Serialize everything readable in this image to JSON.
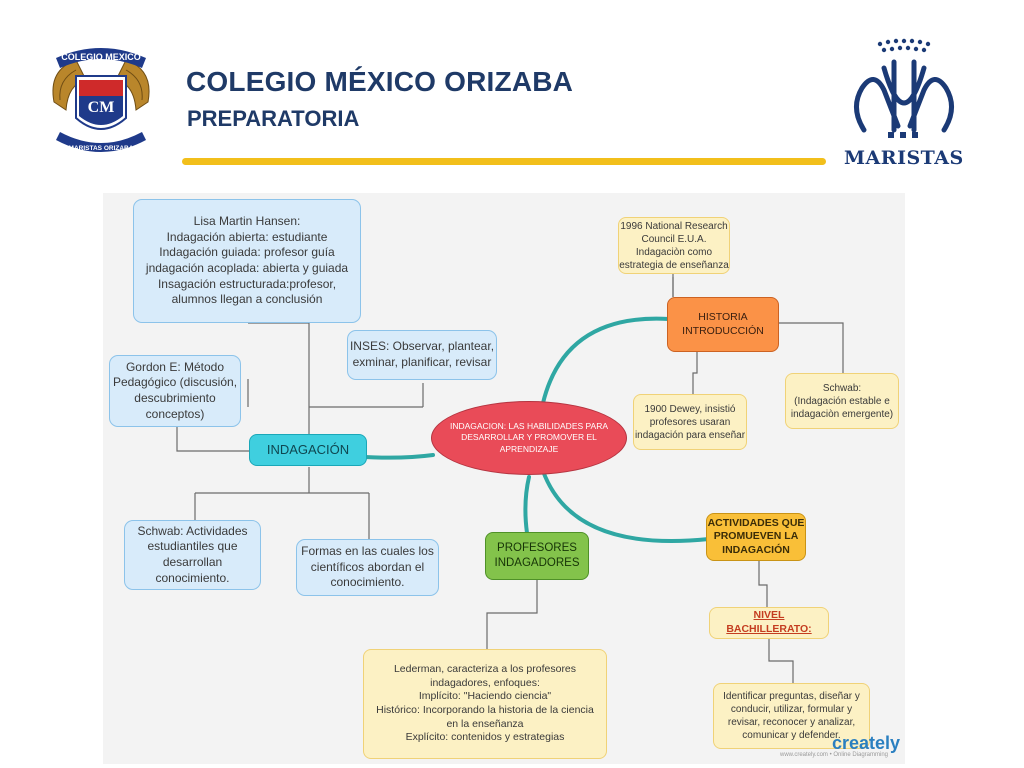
{
  "header": {
    "title": "COLEGIO MÉXICO ORIZABA",
    "subtitle": "PREPARATORIA",
    "logo_left": {
      "top_text": "COLEGIO MEXICO",
      "bottom_text": "MARISTAS ORIZABA",
      "monogram": "CM"
    },
    "logo_right_text": "MARISTAS"
  },
  "diagram": {
    "center": "INDAGACION: LAS HABILIDADES PARA DESARROLLAR Y PROMOVER EL APRENDIZAJE",
    "indagacion": "INDAGACIÓN",
    "hansen": "Lisa Martin Hansen:\nIndagación abierta: estudiante\nIndagación guiada: profesor guía\njndagación acoplada: abierta y guiada\nInsagación estructurada:profesor,\nalumnos llegan a conclusión",
    "inses": "INSES: Observar, plantear,\nexminar, planificar, revisar",
    "gordon": "Gordon E:  Método\nPedagógico  (discusión,\ndescubrimiento\nconceptos)",
    "schwab_actividades": "Schwab: Actividades\nestudiantiles que\ndesarrollan\nconocimiento.",
    "formas": "Formas en las cuales los\ncientíficos abordan el\nconocimiento.",
    "profesores": "PROFESORES\nINDAGADORES",
    "lederman": "Lederman, caracteriza a los profesores\nindagadores, enfoques:\nImplícito: \"Haciendo ciencia\"\nHistórico: Incorporando la historia de la ciencia\nen la enseñanza\nExplícito: contenidos y estrategias",
    "historia": "HISTORIA\nINTRODUCCIÓN",
    "nrc_1996": "1996 National Research\nCouncil E.U.A.\nIndagaciòn como\nestrategia de enseñanza",
    "dewey_1900": "1900 Dewey, insistió\nprofesores usaran\nindagación para enseñar",
    "schwab_historia": "Schwab:\n(Indagación estable e\nindagaciòn emergente)",
    "actividades": "ACTIVIDADES QUE\nPROMUEVEN  LA\nINDAGACIÓN",
    "nivel": "NIVEL BACHILLERATO:",
    "identificar": "Identificar preguntas, diseñar y\nconducir, utilizar, formular y\nrevisar, reconocer y analizar,\ncomunicar y defender."
  },
  "watermark": {
    "brand": "creately",
    "tagline": "www.creately.com • Online Diagramming"
  },
  "colors": {
    "title": "#1f3a67",
    "rule": "#f2bf1b",
    "branch": "#2fa7a3",
    "connector": "#555555"
  }
}
